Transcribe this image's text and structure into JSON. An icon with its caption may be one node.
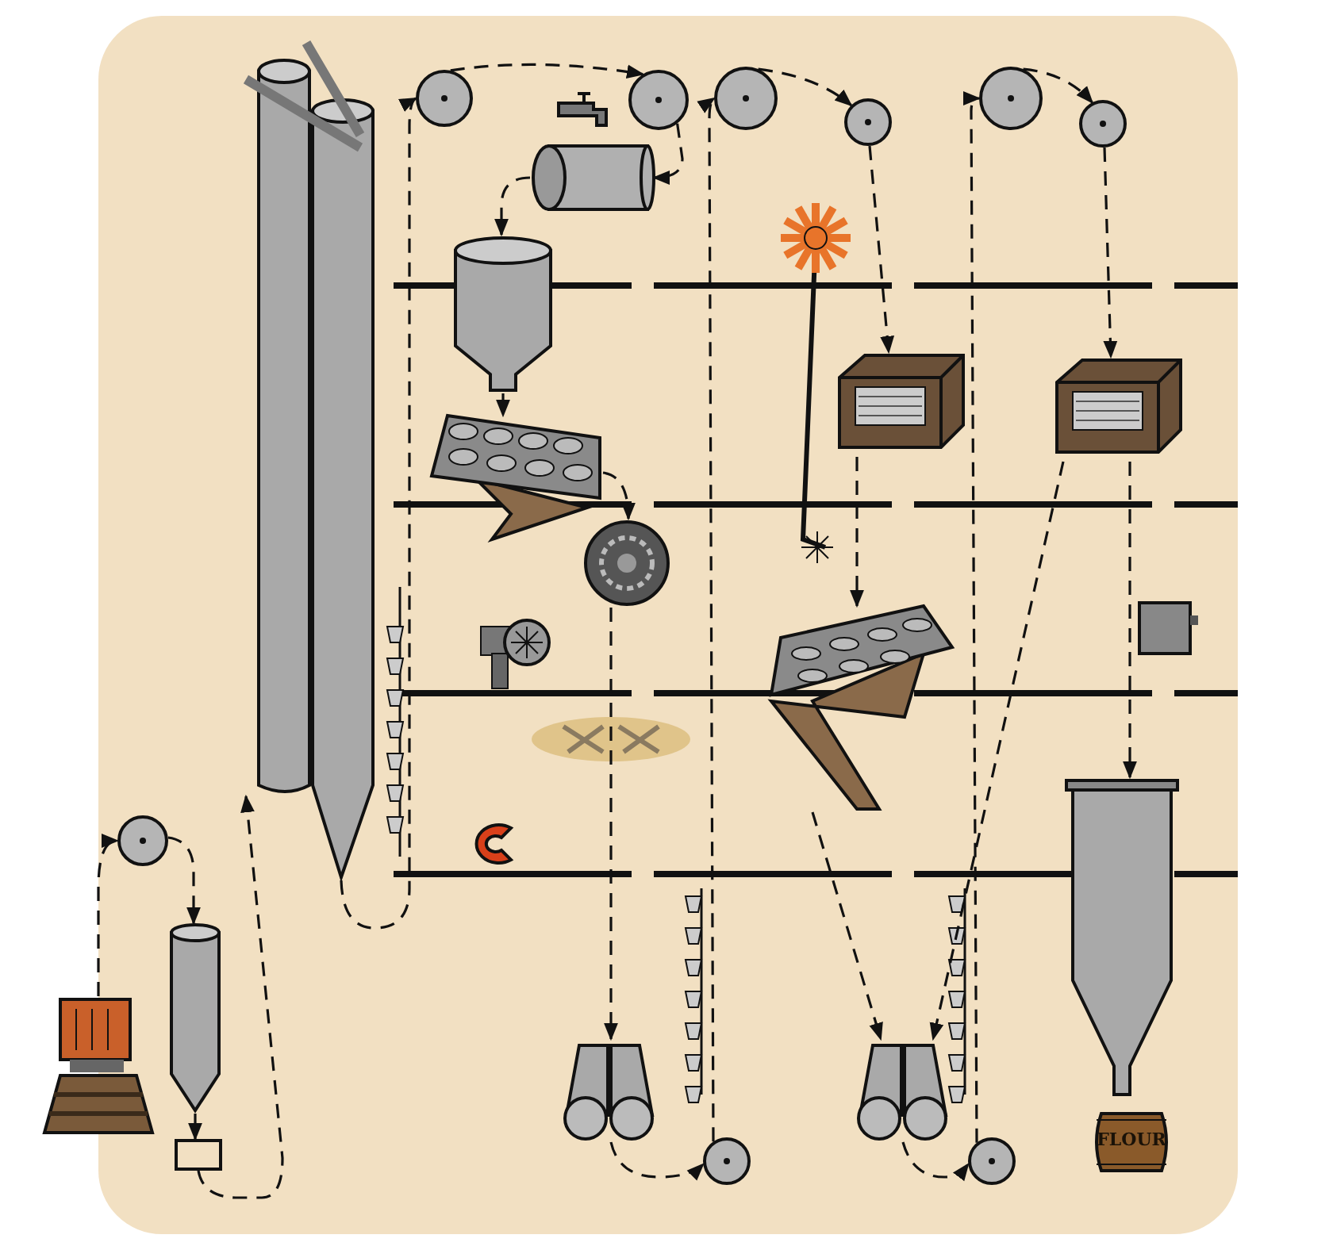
{
  "diagram": {
    "nodes": [
      {
        "text": [],
        "shape": "picture"
      },
      {
        "text": [],
        "shape": "circle"
      },
      {
        "text": [],
        "shape": "cylinder"
      },
      {
        "text": [],
        "shape": "box"
      },
      {
        "text": [],
        "shape": "picture"
      },
      {
        "text": [],
        "shape": "circle"
      },
      {
        "text": [],
        "shape": "picture"
      },
      {
        "text": [],
        "shape": "circle"
      },
      {
        "text": [],
        "shape": "cylinder"
      },
      {
        "text": [],
        "shape": "cylinder"
      },
      {
        "text": [],
        "shape": "picture"
      },
      {
        "text": [],
        "shape": "picture"
      },
      {
        "text": [],
        "shape": "picture"
      },
      {
        "text": [],
        "shape": "circle"
      },
      {
        "text": [],
        "shape": "circle"
      },
      {
        "text": [],
        "shape": "circle"
      },
      {
        "text": [],
        "shape": "picture"
      },
      {
        "text": [],
        "shape": "picture"
      },
      {
        "text": [],
        "shape": "picture"
      },
      {
        "text": [],
        "shape": "circle"
      },
      {
        "text": [],
        "shape": "circle"
      },
      {
        "text": [],
        "shape": "circle"
      },
      {
        "text": [],
        "shape": "picture"
      },
      {
        "text": [],
        "shape": "picture"
      },
      {
        "text": [
          "FLOUR"
        ]
      }
    ],
    "edges": [
      {
        "from": 0,
        "to": 1,
        "arrow": "to",
        "style": "dashed"
      },
      {
        "from": 1,
        "to": 2,
        "arrow": "to",
        "style": "dashed"
      },
      {
        "from": 2,
        "to": 3,
        "arrow": "to",
        "style": "dashed"
      },
      {
        "from": 3,
        "to": 4,
        "arrow": "to",
        "style": "dashed"
      },
      {
        "from": 4,
        "to": 5,
        "arrow": "to",
        "style": "dashed"
      },
      {
        "from": 5,
        "to": 7,
        "arrow": "to",
        "style": "dashed"
      },
      {
        "from": 7,
        "to": 8,
        "arrow": "to",
        "style": "dashed"
      },
      {
        "from": 8,
        "to": 9,
        "arrow": "to",
        "style": "dashed"
      },
      {
        "from": 9,
        "to": 10,
        "arrow": "to",
        "style": "dashed"
      },
      {
        "from": 10,
        "to": 11,
        "arrow": "to",
        "style": "dashed"
      },
      {
        "from": 11,
        "to": 12,
        "arrow": "to",
        "style": "dashed"
      },
      {
        "from": 12,
        "to": 13,
        "arrow": "to",
        "style": "dashed"
      },
      {
        "from": 13,
        "to": 14,
        "arrow": "to",
        "style": "dashed"
      },
      {
        "from": 14,
        "to": 15,
        "arrow": "to",
        "style": "dashed"
      },
      {
        "from": 15,
        "to": 16,
        "arrow": "to",
        "style": "dashed"
      },
      {
        "from": 16,
        "to": 17,
        "arrow": "to",
        "style": "dashed"
      },
      {
        "from": 17,
        "to": 18,
        "arrow": "to",
        "style": "dashed"
      },
      {
        "from": 18,
        "to": 19,
        "arrow": "to",
        "style": "dashed"
      },
      {
        "from": 19,
        "to": 20,
        "arrow": "to",
        "style": "dashed"
      },
      {
        "from": 20,
        "to": 21,
        "arrow": "to",
        "style": "dashed"
      },
      {
        "from": 21,
        "to": 22,
        "arrow": "to",
        "style": "dashed"
      },
      {
        "from": 22,
        "to": 18,
        "arrow": "to",
        "style": "dashed"
      },
      {
        "from": 22,
        "to": 23,
        "arrow": "to",
        "style": "dashed"
      }
    ]
  }
}
